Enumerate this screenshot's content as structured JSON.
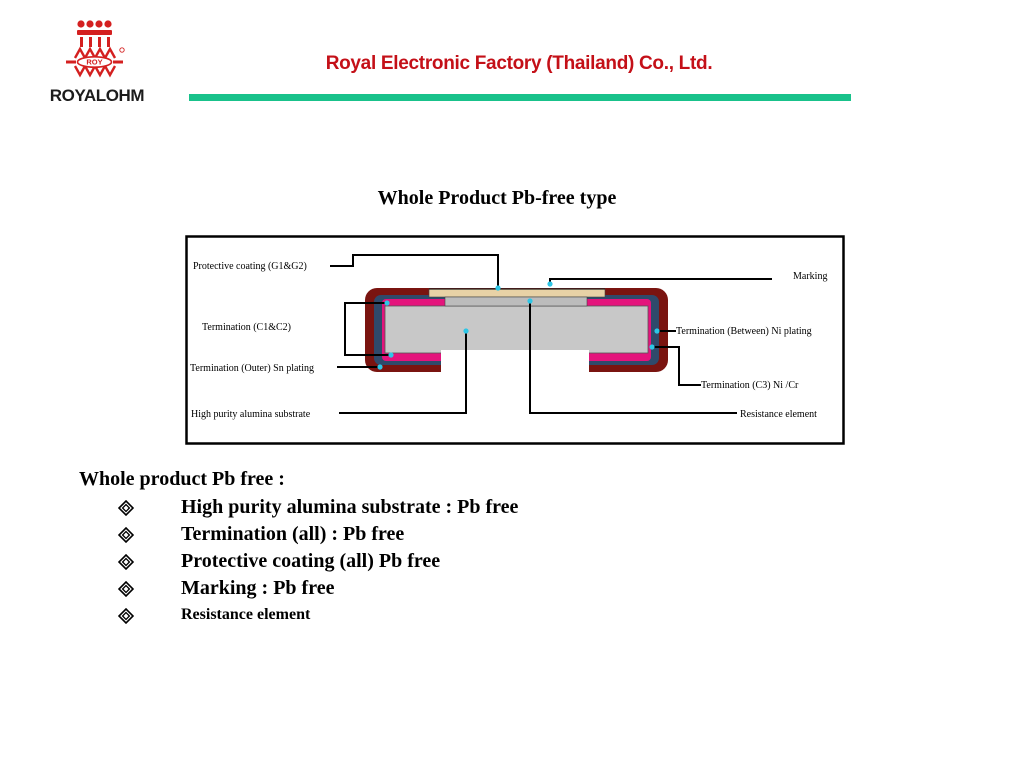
{
  "header": {
    "logo_text": "ROYALOHM",
    "logo_badge_text": "ROY",
    "company_name": "Royal Electronic Factory (Thailand) Co., Ltd."
  },
  "slide": {
    "title": "Whole Product Pb-free type"
  },
  "diagram": {
    "labels": {
      "protective_coating": "Protective coating (G1&G2)",
      "marking": "Marking",
      "termination_c1c2": "Termination (C1&C2)",
      "termination_between": "Termination (Between) Ni plating",
      "termination_outer": "Termination (Outer) Sn plating",
      "termination_c3": "Termination (C3) Ni /Cr",
      "substrate": "High purity alumina substrate",
      "resistance_element": "Resistance element"
    },
    "colors": {
      "outer_coating": "#7a1410",
      "termination_between": "#2f4a6b",
      "termination_inner": "#e4147c",
      "substrate": "#c8c8c8",
      "resistance_layer": "#bcbcbc",
      "marking_layer": "#e8d2a6",
      "pointer_dot": "#2ec6e6"
    }
  },
  "list": {
    "heading": "Whole product Pb free :",
    "bullet_icon": "diamond-bullet-icon",
    "items": [
      {
        "text": "High purity alumina substrate : Pb free"
      },
      {
        "text": "Termination (all) : Pb free"
      },
      {
        "text": "Protective coating (all) Pb free"
      },
      {
        "text": "Marking : Pb free"
      },
      {
        "text": "Resistance element"
      }
    ]
  }
}
